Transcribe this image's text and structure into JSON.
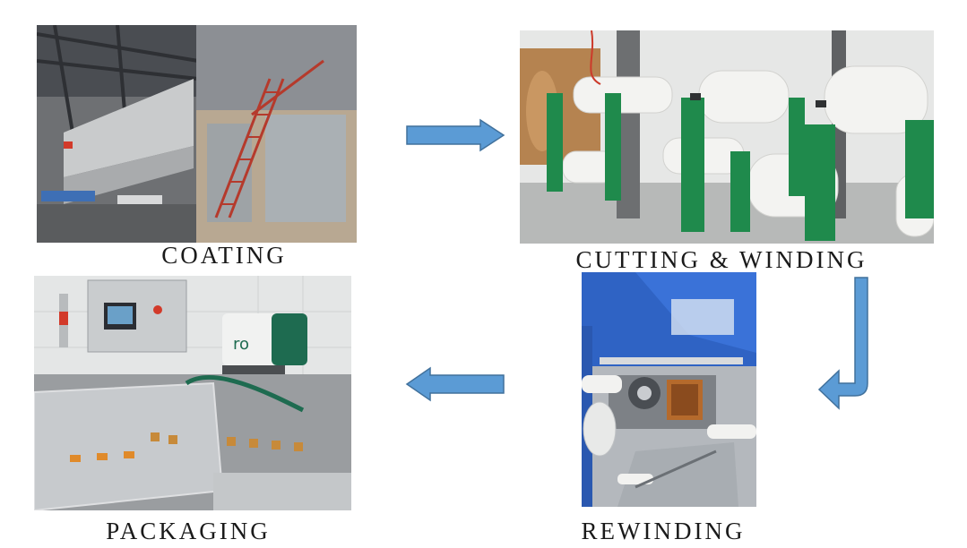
{
  "steps": {
    "coating": {
      "label": "COATING"
    },
    "cutting_winding": {
      "label": "CUTTING & WINDING"
    },
    "rewinding": {
      "label": "REWINDING"
    },
    "packaging": {
      "label": "PACKAGING"
    }
  },
  "machine_logo": {
    "mark": "ro"
  },
  "colors": {
    "arrow_fill": "#5b9bd5",
    "arrow_stroke": "#41719c",
    "roll_stand_green": "#1f8a4c",
    "machine_blue": "#2f63c4"
  }
}
